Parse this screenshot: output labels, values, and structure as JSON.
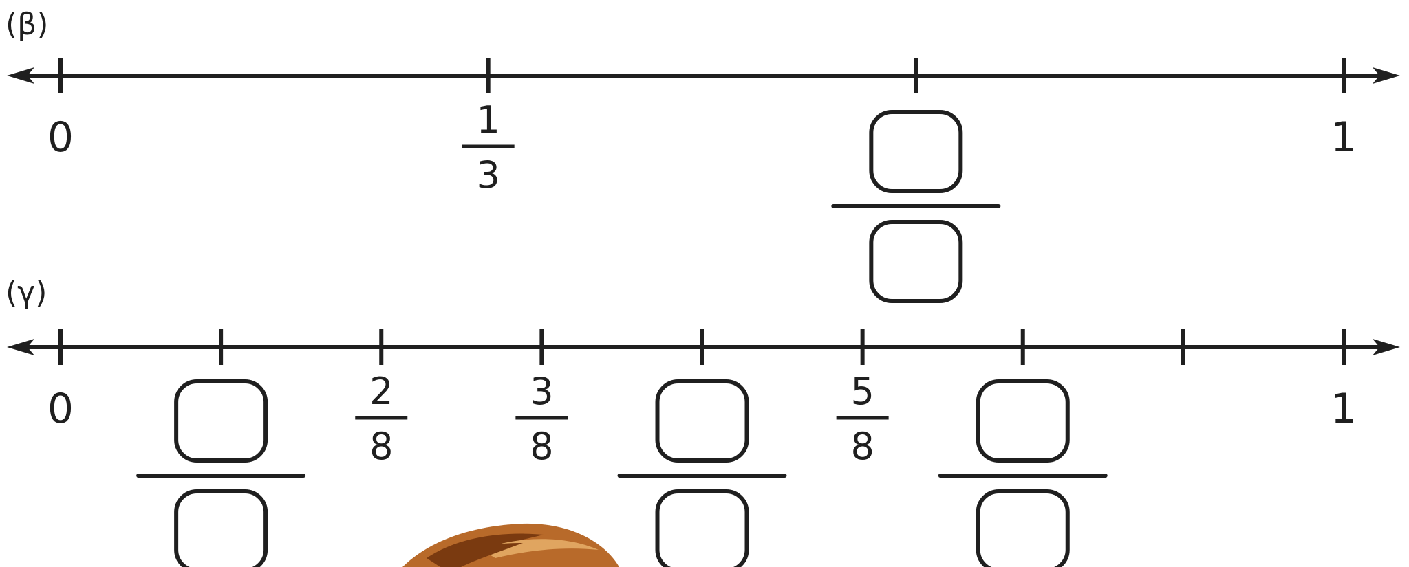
{
  "colors": {
    "ink": "#1f1f1f",
    "background": "#ffffff"
  },
  "line_beta": {
    "label": "(β)",
    "divisions": 3,
    "ticks": [
      {
        "kind": "text",
        "text": "0"
      },
      {
        "kind": "fraction",
        "numerator": "1",
        "denominator": "3"
      },
      {
        "kind": "blank"
      },
      {
        "kind": "text",
        "text": "1"
      }
    ]
  },
  "line_gamma": {
    "label": "(γ)",
    "divisions": 8,
    "ticks": [
      {
        "kind": "text",
        "text": "0"
      },
      {
        "kind": "blank"
      },
      {
        "kind": "fraction",
        "numerator": "2",
        "denominator": "8"
      },
      {
        "kind": "fraction",
        "numerator": "3",
        "denominator": "8"
      },
      {
        "kind": "blank"
      },
      {
        "kind": "fraction",
        "numerator": "5",
        "denominator": "8"
      },
      {
        "kind": "blank"
      },
      {
        "kind": "none"
      },
      {
        "kind": "text",
        "text": "1"
      }
    ]
  },
  "decoration": {
    "icon": "cartoon-hair-icon",
    "colors": [
      "#7a3a10",
      "#b86a2a",
      "#e0a560"
    ]
  }
}
